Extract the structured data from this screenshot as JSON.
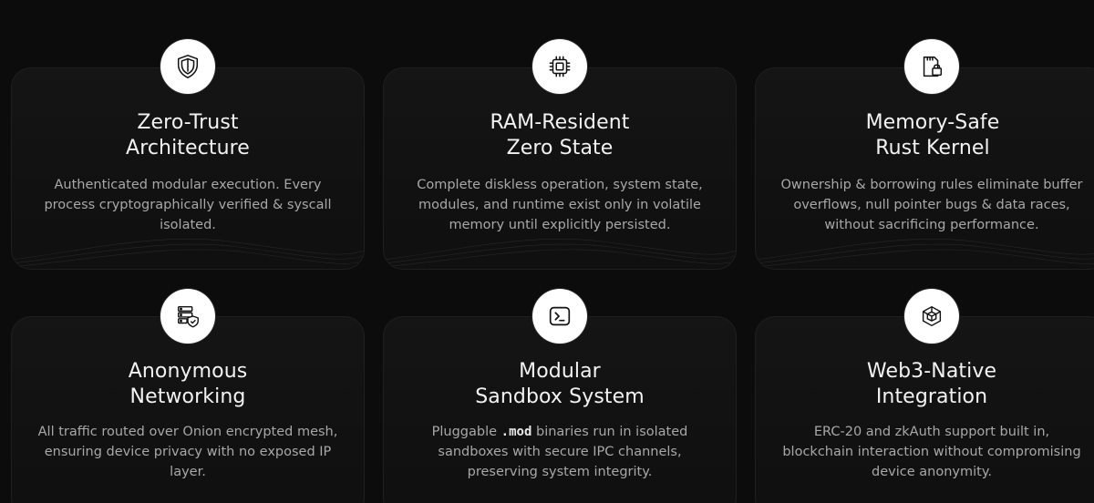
{
  "features": [
    {
      "icon": "shield-icon",
      "title_line1": "Zero-Trust",
      "title_line2": "Architecture",
      "desc": "Authenticated modular execution. Every process cryptographically verified & syscall isolated."
    },
    {
      "icon": "chip-icon",
      "title_line1": "RAM-Resident",
      "title_line2": "Zero State",
      "desc": "Complete diskless operation, system state, modules, and runtime exist only in volatile memory until explicitly persisted."
    },
    {
      "icon": "memory-lock-icon",
      "title_line1": "Memory-Safe",
      "title_line2": "Rust Kernel",
      "desc": "Ownership & borrowing rules eliminate buffer overflows, null pointer bugs & data races,  without sacrificing performance."
    },
    {
      "icon": "server-shield-icon",
      "title_line1": "Anonymous",
      "title_line2": "Networking",
      "desc": "All traffic routed over Onion encrypted mesh, ensuring device privacy with no exposed IP layer."
    },
    {
      "icon": "terminal-icon",
      "title_line1": "Modular",
      "title_line2": "Sandbox System",
      "desc_pre": "Pluggable ",
      "desc_code": ".mod",
      "desc_post": " binaries run in isolated sandboxes with secure IPC channels, preserving system integrity."
    },
    {
      "icon": "cube-network-icon",
      "title_line1": "Web3-Native",
      "title_line2": "Integration",
      "desc": "ERC-20 and zkAuth support built in, blockchain interaction without compromising device anonymity."
    }
  ]
}
